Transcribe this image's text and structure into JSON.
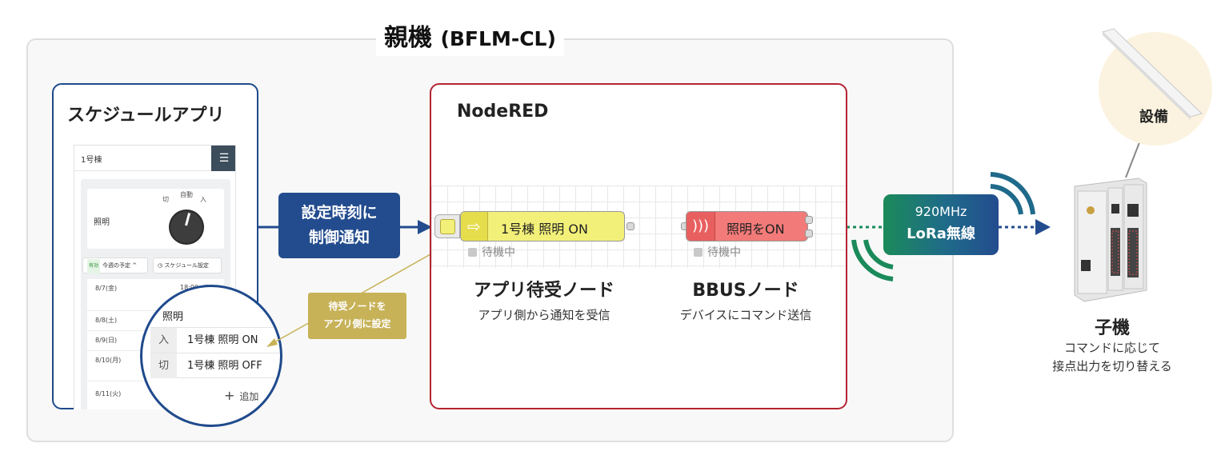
{
  "parent": {
    "title": "親機",
    "subtitle": "(BFLM-CL)"
  },
  "schedule_app": {
    "title": "スケジュールアプリ",
    "building": "1号棟",
    "menu_icon": "hamburger-icon",
    "light_label": "照明",
    "dial": {
      "off": "切",
      "auto": "自動",
      "on": "入"
    },
    "chip_valid": "有効",
    "chip_week": "今週の予定",
    "chip_settings": "スケジュール設定",
    "rows": [
      "8/7(金)",
      "8/8(土)",
      "8/9(日)",
      "8/10(月)",
      "8/11(火)"
    ],
    "row_time": "18:00 - 1"
  },
  "magnifier": {
    "title": "照明",
    "rows": [
      {
        "key": "入",
        "value": "1号棟 照明 ON"
      },
      {
        "key": "切",
        "value": "1号棟 照明 OFF"
      }
    ],
    "add_label": "追加"
  },
  "notify": {
    "line1": "設定時刻に",
    "line2": "制御通知"
  },
  "wait_note": {
    "line1": "待受ノードを",
    "line2": "アプリ側に設定"
  },
  "nodered": {
    "title": "NodeRED",
    "app_node_label": "1号棟 照明 ON",
    "bbus_node_label": "照明をON",
    "status": "待機中",
    "app_node_caption": {
      "title": "アプリ待受ノード",
      "desc": "アプリ側から通知を受信"
    },
    "bbus_node_caption": {
      "title": "BBUSノード",
      "desc": "デバイスにコマンド送信"
    }
  },
  "lora": {
    "freq": "920MHz",
    "name": "LoRa無線"
  },
  "equipment": {
    "label": "設備"
  },
  "child": {
    "title": "子機",
    "desc_line1": "コマンドに応じて",
    "desc_line2": "接点出力を切り替える"
  },
  "colors": {
    "navy": "#234c8e",
    "red": "#b52330",
    "gold": "#c7b258",
    "green": "#1b8a5a",
    "node_yellow": "#f3f079",
    "node_red": "#f27a78"
  }
}
